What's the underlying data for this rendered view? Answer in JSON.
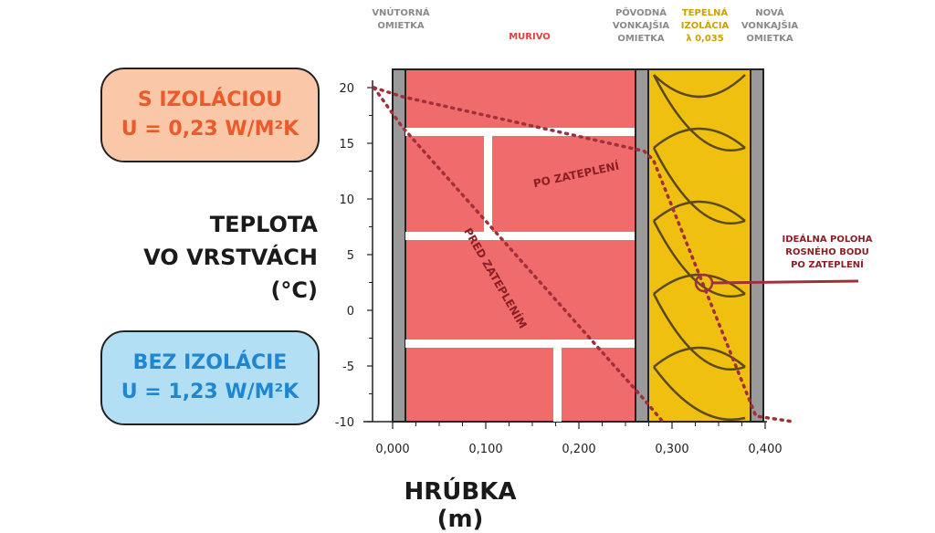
{
  "boxes": {
    "with_insulation": {
      "line1": "S IZOLÁCIOU",
      "line2": "U = 0,23 W/M²K",
      "bg": "#fbc7a9",
      "color": "#ea5a2a"
    },
    "without_insulation": {
      "line1": "BEZ IZOLÁCIE",
      "line2": "U = 1,23 W/M²K",
      "bg": "#b3dff4",
      "color": "#1f86cf"
    }
  },
  "axis": {
    "ylabel_line1": "TEPLOTA",
    "ylabel_line2": "VO VRSTVÁCH (°C)",
    "xlabel": "HRÚBKA (m)",
    "y_ticks": [
      "20",
      "15",
      "10",
      "5",
      "0",
      "-5",
      "-10"
    ],
    "x_ticks": [
      "0,000",
      "0,100",
      "0,200",
      "0,300",
      "0,400"
    ]
  },
  "layers": {
    "inner_plaster": {
      "line1": "VNÚTORNÁ",
      "line2": "OMIETKA"
    },
    "masonry": {
      "line1": "MURIVO"
    },
    "original_plaster": {
      "line1": "PÔVODNÁ",
      "line2": "VONKAJŠIA",
      "line3": "OMIETKA"
    },
    "insulation": {
      "line1": "TEPELNÁ",
      "line2": "IZOLÁCIA",
      "line3": "λ 0,035"
    },
    "new_plaster": {
      "line1": "NOVÁ",
      "line2": "VONKAJŠIA",
      "line3": "OMIETKA"
    }
  },
  "curves": {
    "after_label": "PO ZATEPLENÍ",
    "before_label": "PRED ZATEPLENÍM",
    "color": "#a0303a"
  },
  "dew_point": {
    "line1": "IDEÁLNA POLOHA",
    "line2": "ROSNÉHO BODU",
    "line3": "PO ZATEPLENÍ"
  },
  "colors": {
    "brick": "#f06b6b",
    "insulation": "#f0c010",
    "plaster": "#9a9a9a",
    "mortar": "#ffffff"
  },
  "chart_data": {
    "type": "line",
    "xlabel": "HRÚBKA (m)",
    "ylabel": "TEPLOTA VO VRSTVÁCH (°C)",
    "xlim": [
      0,
      0.42
    ],
    "ylim": [
      -10,
      20
    ],
    "series": [
      {
        "name": "PO ZATEPLENÍ",
        "x": [
          -0.02,
          0.01,
          0.27,
          0.28,
          0.39,
          0.43
        ],
        "y": [
          20,
          19.2,
          14.3,
          13.5,
          -9.5,
          -10
        ]
      },
      {
        "name": "PRED ZATEPLENÍM",
        "x": [
          -0.02,
          0.01,
          0.27,
          0.29
        ],
        "y": [
          20,
          16.5,
          -8,
          -10
        ]
      }
    ]
  }
}
